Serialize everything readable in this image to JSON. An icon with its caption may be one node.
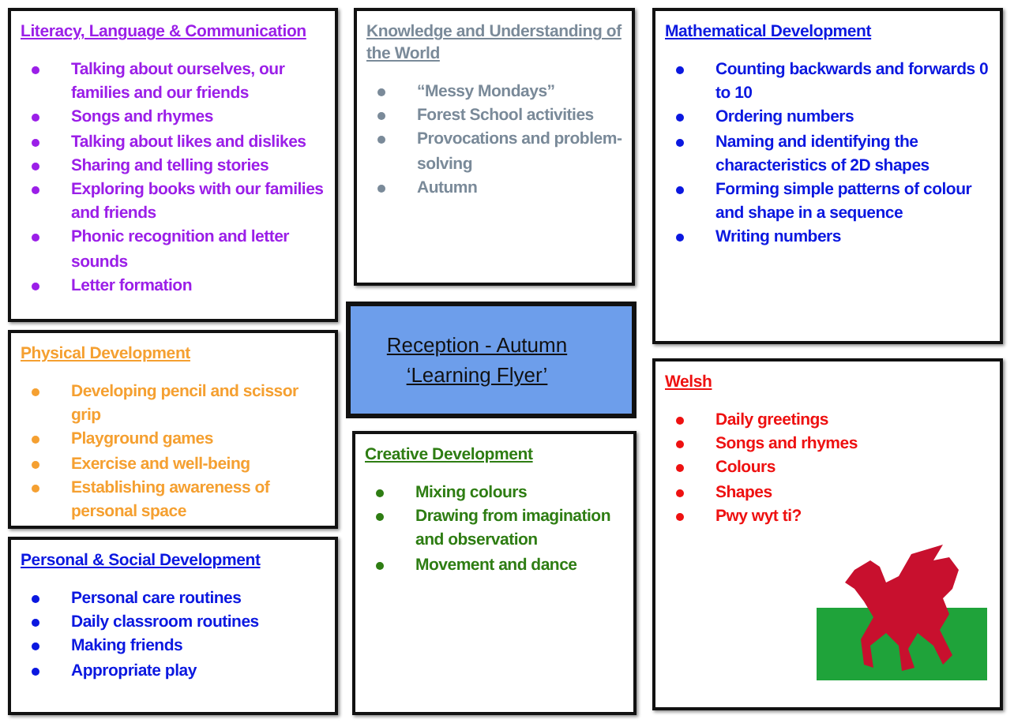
{
  "diagram": {
    "nodes": [
      {
        "text": [
          "Literacy, Language & Communication",
          "Talking about ourselves, our families and our friends",
          "Songs and rhymes",
          "Talking about likes and dislikes",
          "Sharing and telling stories",
          "Exploring books with our families and friends",
          "Phonic recognition and letter sounds",
          "Letter formation"
        ]
      },
      {
        "text": [
          "Knowledge and Understanding of the World",
          "“Messy Mondays”",
          "Forest School activities",
          "Provocations and problem-solving",
          "Autumn"
        ]
      },
      {
        "text": [
          "Mathematical Development",
          "Counting backwards and forwards 0 to 10",
          "Ordering numbers",
          "Naming and identifying the characteristics of 2D shapes",
          "Forming simple patterns of colour and shape in a sequence",
          "Writing numbers"
        ]
      },
      {
        "text": [
          "Reception - Autumn ‘Learning Flyer’"
        ]
      },
      {
        "text": [
          "Physical Development",
          "Developing pencil and scissor grip",
          "Playground games",
          "Exercise and well-being",
          "Establishing awareness of personal space"
        ]
      },
      {
        "text": [
          "Creative Development",
          "Mixing colours",
          "Drawing from imagination and observation",
          "Movement and dance"
        ]
      },
      {
        "text": [
          "Welsh",
          "Daily greetings",
          "Songs and rhymes",
          "Colours",
          "Shapes",
          "Pwy wyt ti?"
        ]
      },
      {
        "text": [
          "Personal & Social Development",
          "Personal care routines",
          "Daily classroom routines",
          "Making friends",
          "Appropriate play"
        ]
      }
    ]
  }
}
